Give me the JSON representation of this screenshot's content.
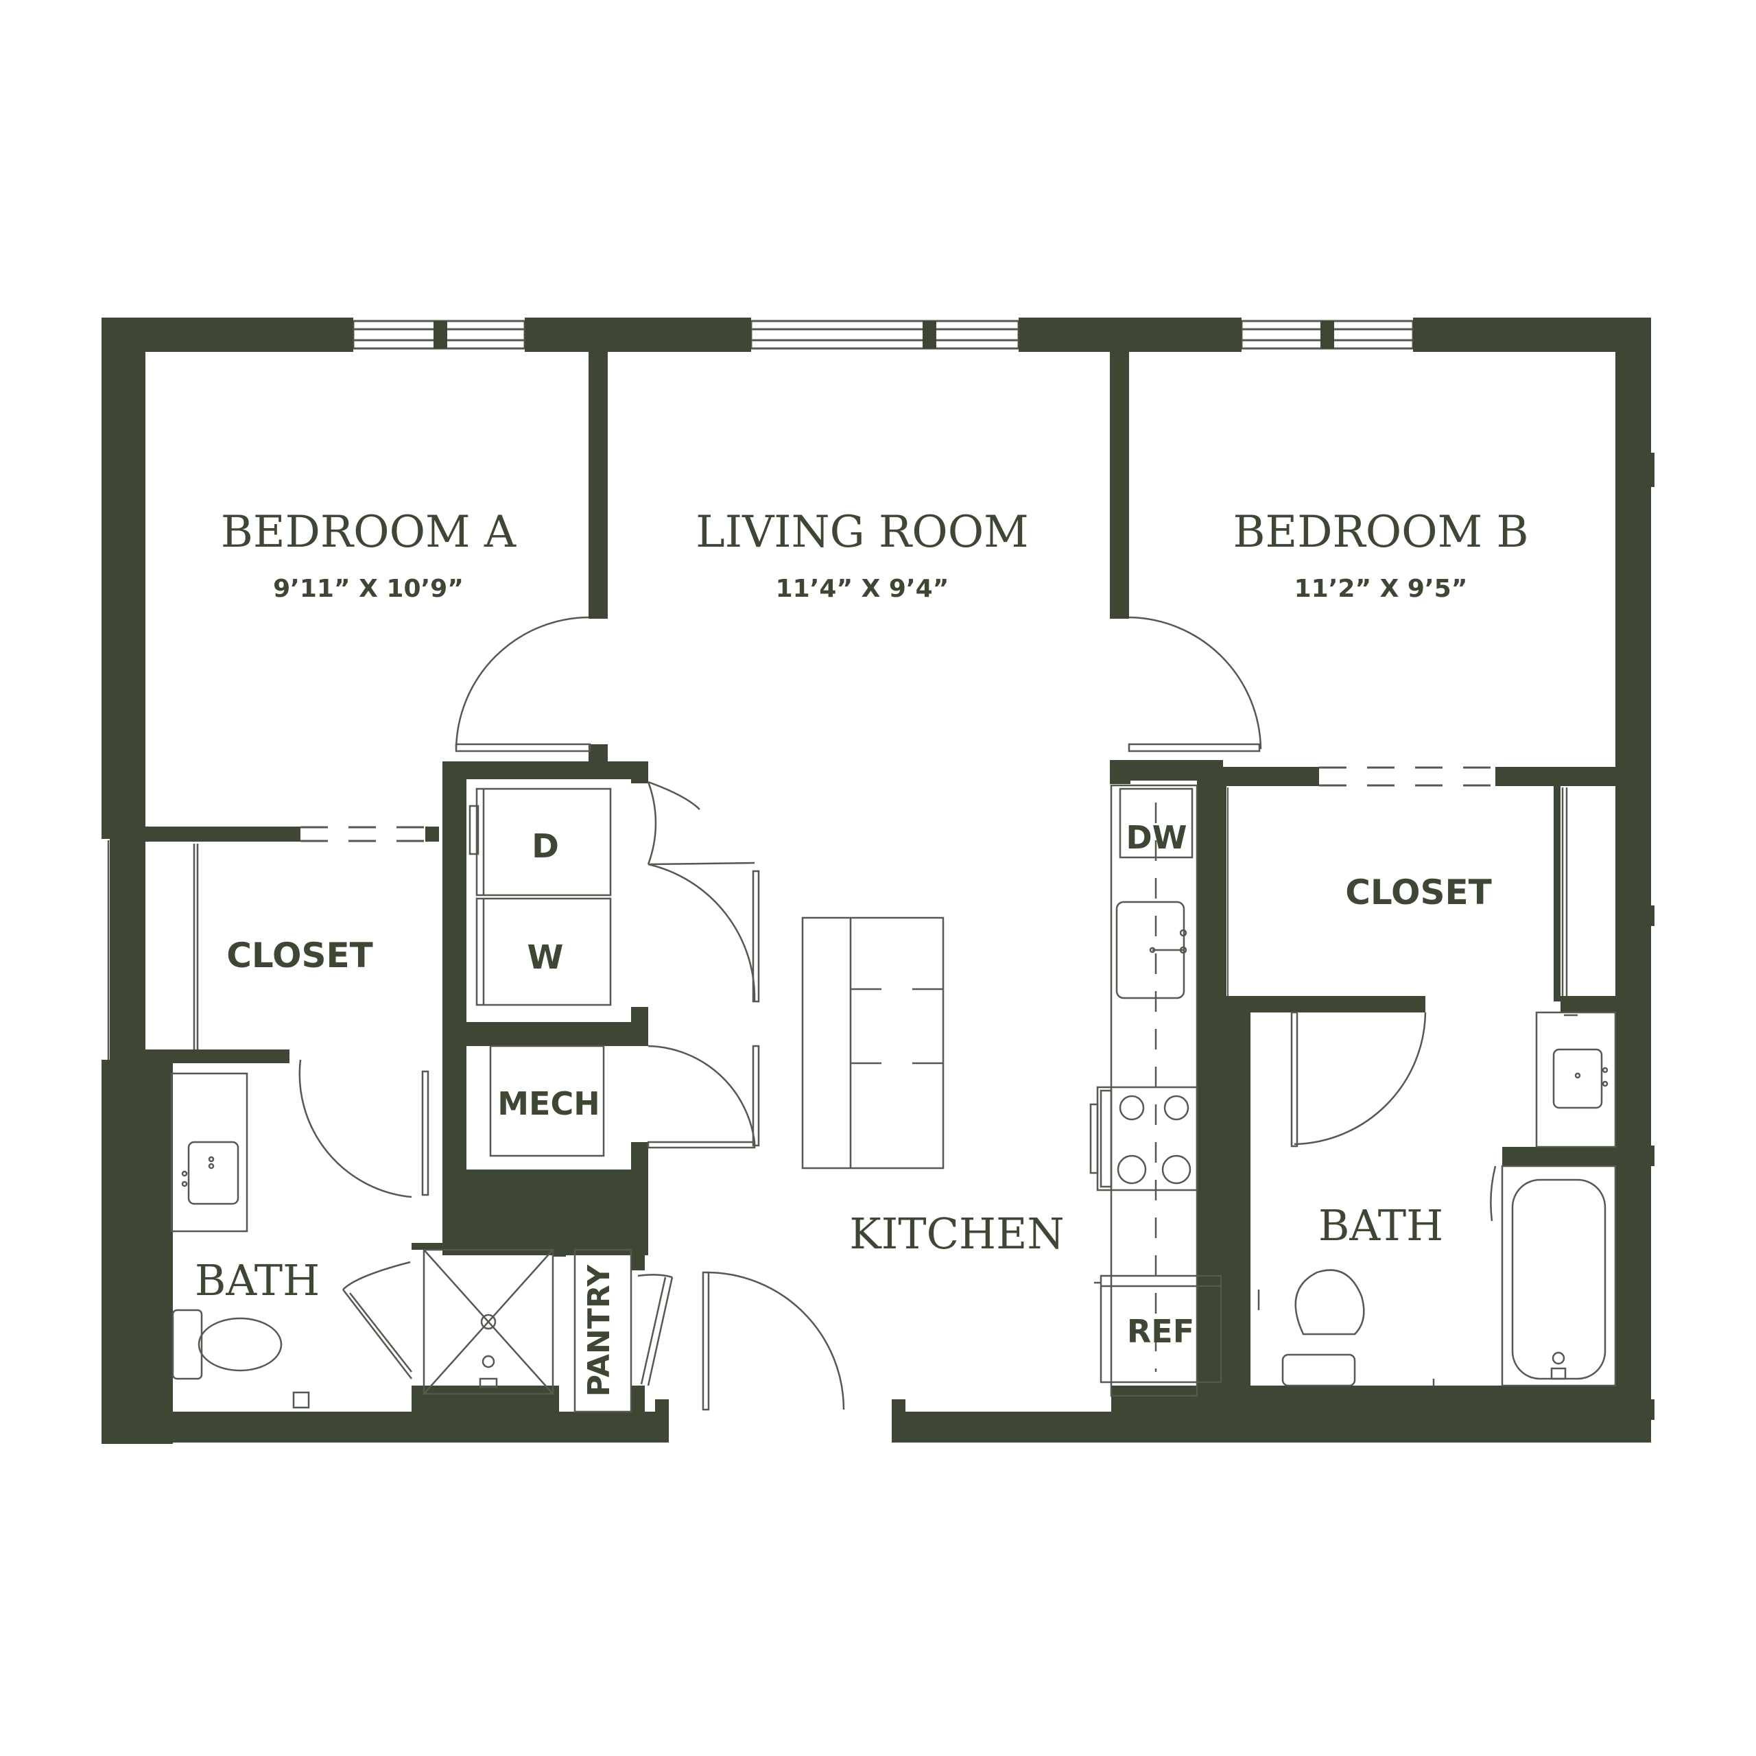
{
  "colors": {
    "wall": "#3d4733",
    "line": "#55594f",
    "background": "#ffffff"
  },
  "rooms": {
    "bedroom_a": {
      "name": "BEDROOM A",
      "size": "9’11” X 10’9”"
    },
    "living_room": {
      "name": "LIVING ROOM",
      "size": "11’4” X 9’4”"
    },
    "bedroom_b": {
      "name": "BEDROOM B",
      "size": "11’2” X 9’5”"
    },
    "kitchen": {
      "name": "KITCHEN"
    },
    "bath_left": {
      "name": "BATH"
    },
    "bath_right": {
      "name": "BATH"
    },
    "closet_left": {
      "name": "CLOSET"
    },
    "closet_right": {
      "name": "CLOSET"
    }
  },
  "fixtures": {
    "dryer": "D",
    "washer": "W",
    "mech": "MECH",
    "pantry": "PANTRY",
    "dishwasher": "DW",
    "refrigerator": "REF"
  }
}
